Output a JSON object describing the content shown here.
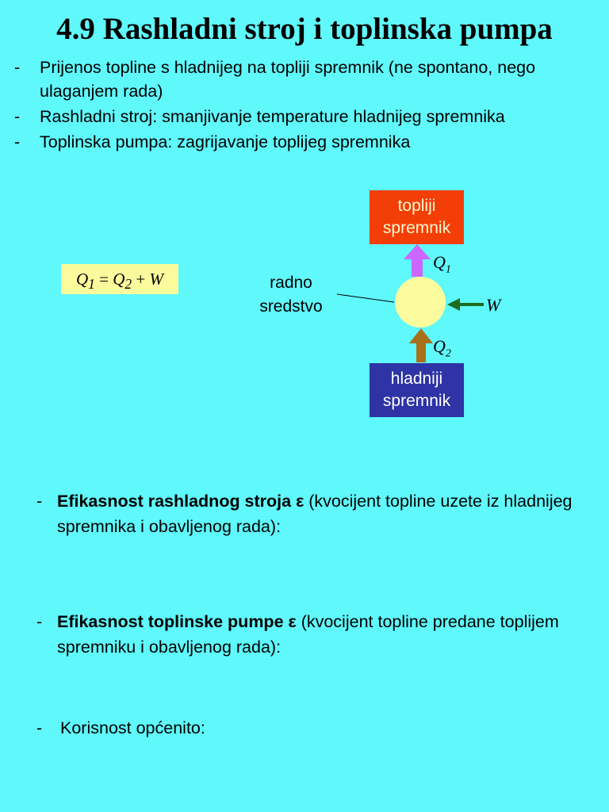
{
  "title": "4.9 Rashladni stroj i toplinska pumpa",
  "bullet_marker": "-",
  "bullets": [
    "Prijenos topline s hladnijeg na topliji spremnik (ne spontano, nego ulaganjem rada)",
    "Rashladni stroj: smanjivanje temperature hladnijeg spremnika",
    "Toplinska pumpa: zagrijavanje toplijeg spremnika"
  ],
  "formula": {
    "q1": "Q",
    "q1_sub": "1",
    "eq": " = ",
    "q2": "Q",
    "q2_sub": "2",
    "plus": " + ",
    "w": "W"
  },
  "diagram": {
    "hot_line1": "topliji",
    "hot_line2": "spremnik",
    "cold_line1": "hladniji",
    "cold_line2": "spremnik",
    "medium_line1": "radno",
    "medium_line2": "sredstvo",
    "q1": "Q",
    "q1_sub": "1",
    "q2": "Q",
    "q2_sub": "2",
    "w": "W",
    "colors": {
      "hot": "#f43e07",
      "cold": "#2e33a6",
      "circle": "#fbfb9d",
      "arrow_q1": "#cc66ff",
      "arrow_q2": "#a9701b",
      "arrow_w": "#1f6b1f"
    }
  },
  "sections": [
    {
      "bold": "Efikasnost rashladnog stroja ε",
      "rest": " (kvocijent topline uzete iz hladnijeg spremnika i obavljenog rada):"
    },
    {
      "bold": "Efikasnost toplinske pumpe ε",
      "rest": " (kvocijent topline predane toplijem spremniku i obavljenog rada):"
    },
    {
      "bold": "",
      "rest": "Korisnost općenito:"
    }
  ],
  "colors": {
    "background": "#5ff8fb",
    "formula_bg": "#fbfb9d"
  }
}
